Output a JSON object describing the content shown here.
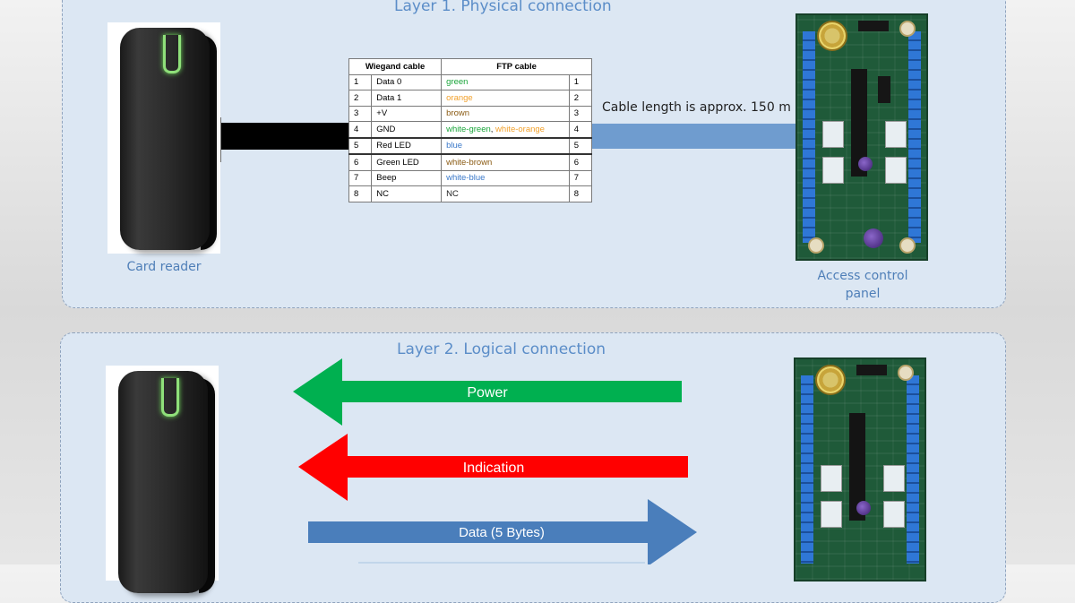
{
  "layer1": {
    "title": "Layer 1. Physical connection",
    "reader_caption": "Card reader",
    "panel_caption_line1": "Access control",
    "panel_caption_line2": "panel",
    "cable_length": "Cable length is approx. 150 m"
  },
  "table": {
    "header_left": "Wiegand cable",
    "header_right": "FTP cable",
    "rows": [
      {
        "num": "1",
        "signal": "Data 0",
        "wire": [
          {
            "text": "green",
            "color": "green"
          }
        ],
        "pin": "1"
      },
      {
        "num": "2",
        "signal": "Data 1",
        "wire": [
          {
            "text": "orange",
            "color": "orange"
          }
        ],
        "pin": "2"
      },
      {
        "num": "3",
        "signal": "+V",
        "wire": [
          {
            "text": "brown",
            "color": "brown"
          }
        ],
        "pin": "3"
      },
      {
        "num": "4",
        "signal": "GND",
        "wire": [
          {
            "text": "white-green",
            "color": "green"
          },
          {
            "text": ", ",
            "color": "black"
          },
          {
            "text": "white-orange",
            "color": "orange"
          }
        ],
        "pin": "4"
      },
      {
        "num": "5",
        "signal": "Red LED",
        "wire": [
          {
            "text": "blue",
            "color": "blue"
          }
        ],
        "pin": "5"
      },
      {
        "num": "6",
        "signal": "Green LED",
        "wire": [
          {
            "text": "white-brown",
            "color": "brown"
          }
        ],
        "pin": "6"
      },
      {
        "num": "7",
        "signal": "Beep",
        "wire": [
          {
            "text": "white-blue",
            "color": "blue"
          }
        ],
        "pin": "7"
      },
      {
        "num": "8",
        "signal": "NC",
        "wire": [
          {
            "text": "NC",
            "color": "black"
          }
        ],
        "pin": "8"
      }
    ]
  },
  "layer2": {
    "title": "Layer 2. Logical connection",
    "arrows": [
      {
        "label": "Power",
        "color": "#00b050",
        "direction": "left"
      },
      {
        "label": "Indication",
        "color": "#ff0000",
        "direction": "left"
      },
      {
        "label": "Data (5 Bytes)",
        "color": "#4a7ebb",
        "direction": "right"
      }
    ]
  },
  "colors": {
    "panel_bg": "#dce7f3",
    "title_blue": "#5b8dc8",
    "cable_black": "#000000",
    "cable_blue": "#6f9ccf"
  }
}
